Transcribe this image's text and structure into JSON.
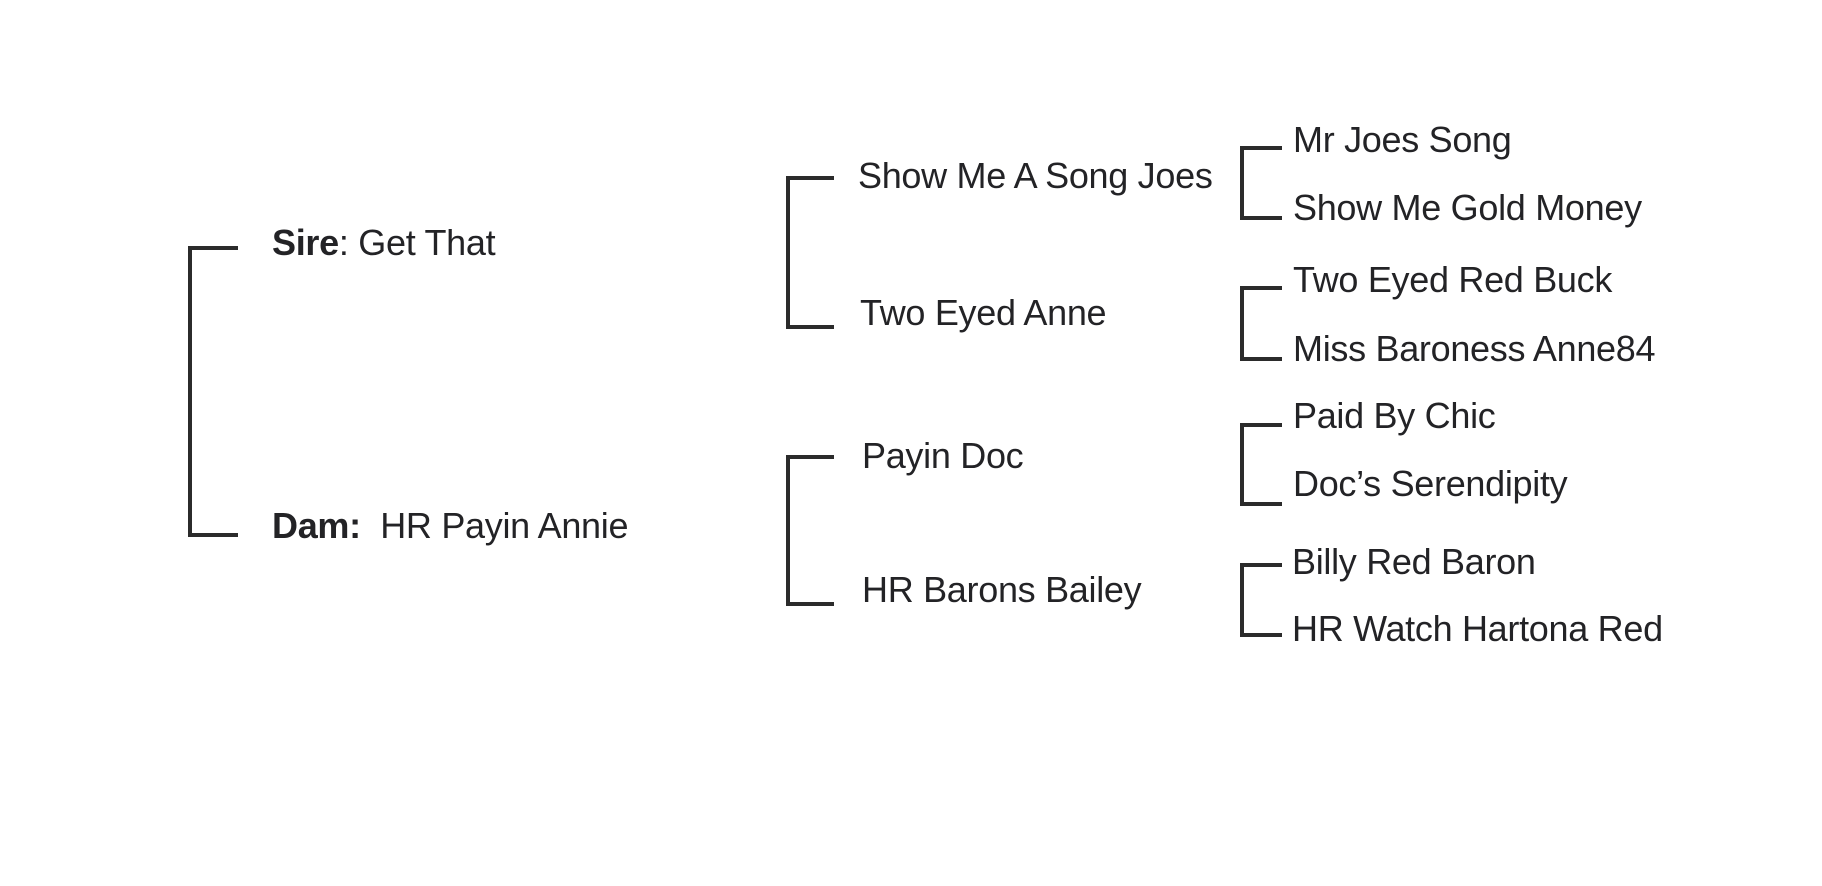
{
  "page": {
    "background_color": "#ffffff",
    "line_color": "#2b2b2b",
    "text_color": "#232326"
  },
  "pedigree": {
    "sire": {
      "label": "Sire",
      "separator": ": ",
      "name": "Get That",
      "sire": {
        "name": "Show Me A Song Joes",
        "sire": {
          "name": "Mr Joes Song"
        },
        "dam": {
          "name": "Show Me Gold Money"
        }
      },
      "dam": {
        "name": "Two Eyed Anne",
        "sire": {
          "name": "Two Eyed Red Buck"
        },
        "dam": {
          "name": "Miss Baroness Anne84"
        }
      }
    },
    "dam": {
      "label": "Dam:",
      "separator": "  ",
      "name": "HR Payin Annie",
      "sire": {
        "name": "Payin Doc",
        "sire": {
          "name": "Paid By Chic"
        },
        "dam": {
          "name": "Doc’s Serendipity"
        }
      },
      "dam": {
        "name": "HR Barons Bailey",
        "sire": {
          "name": "Billy Red Baron"
        },
        "dam": {
          "name": "HR Watch Hartona Red"
        }
      }
    }
  }
}
